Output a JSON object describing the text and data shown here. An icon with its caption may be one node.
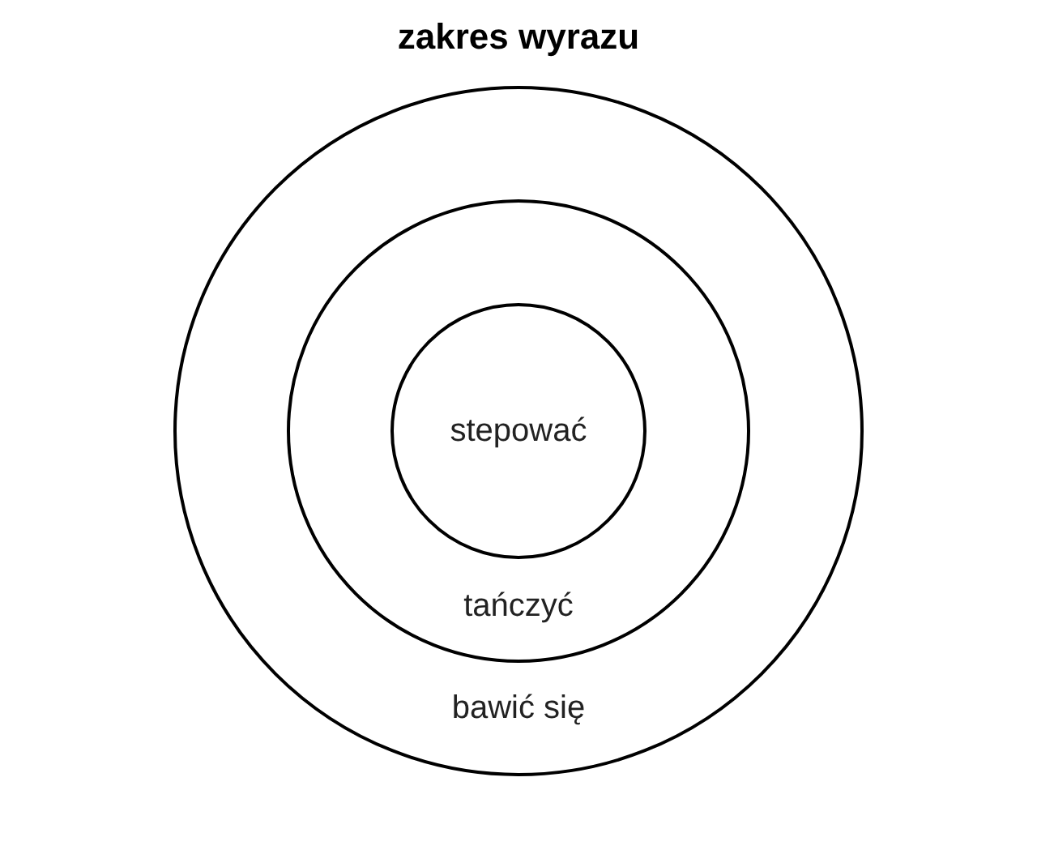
{
  "diagram": {
    "title": "zakres wyrazu",
    "nodes": [
      {
        "text": [
          "bawić się"
        ]
      },
      {
        "text": [
          "tańczyć"
        ],
        "in": 0
      },
      {
        "text": [
          "stepować"
        ],
        "in": 1
      }
    ]
  }
}
